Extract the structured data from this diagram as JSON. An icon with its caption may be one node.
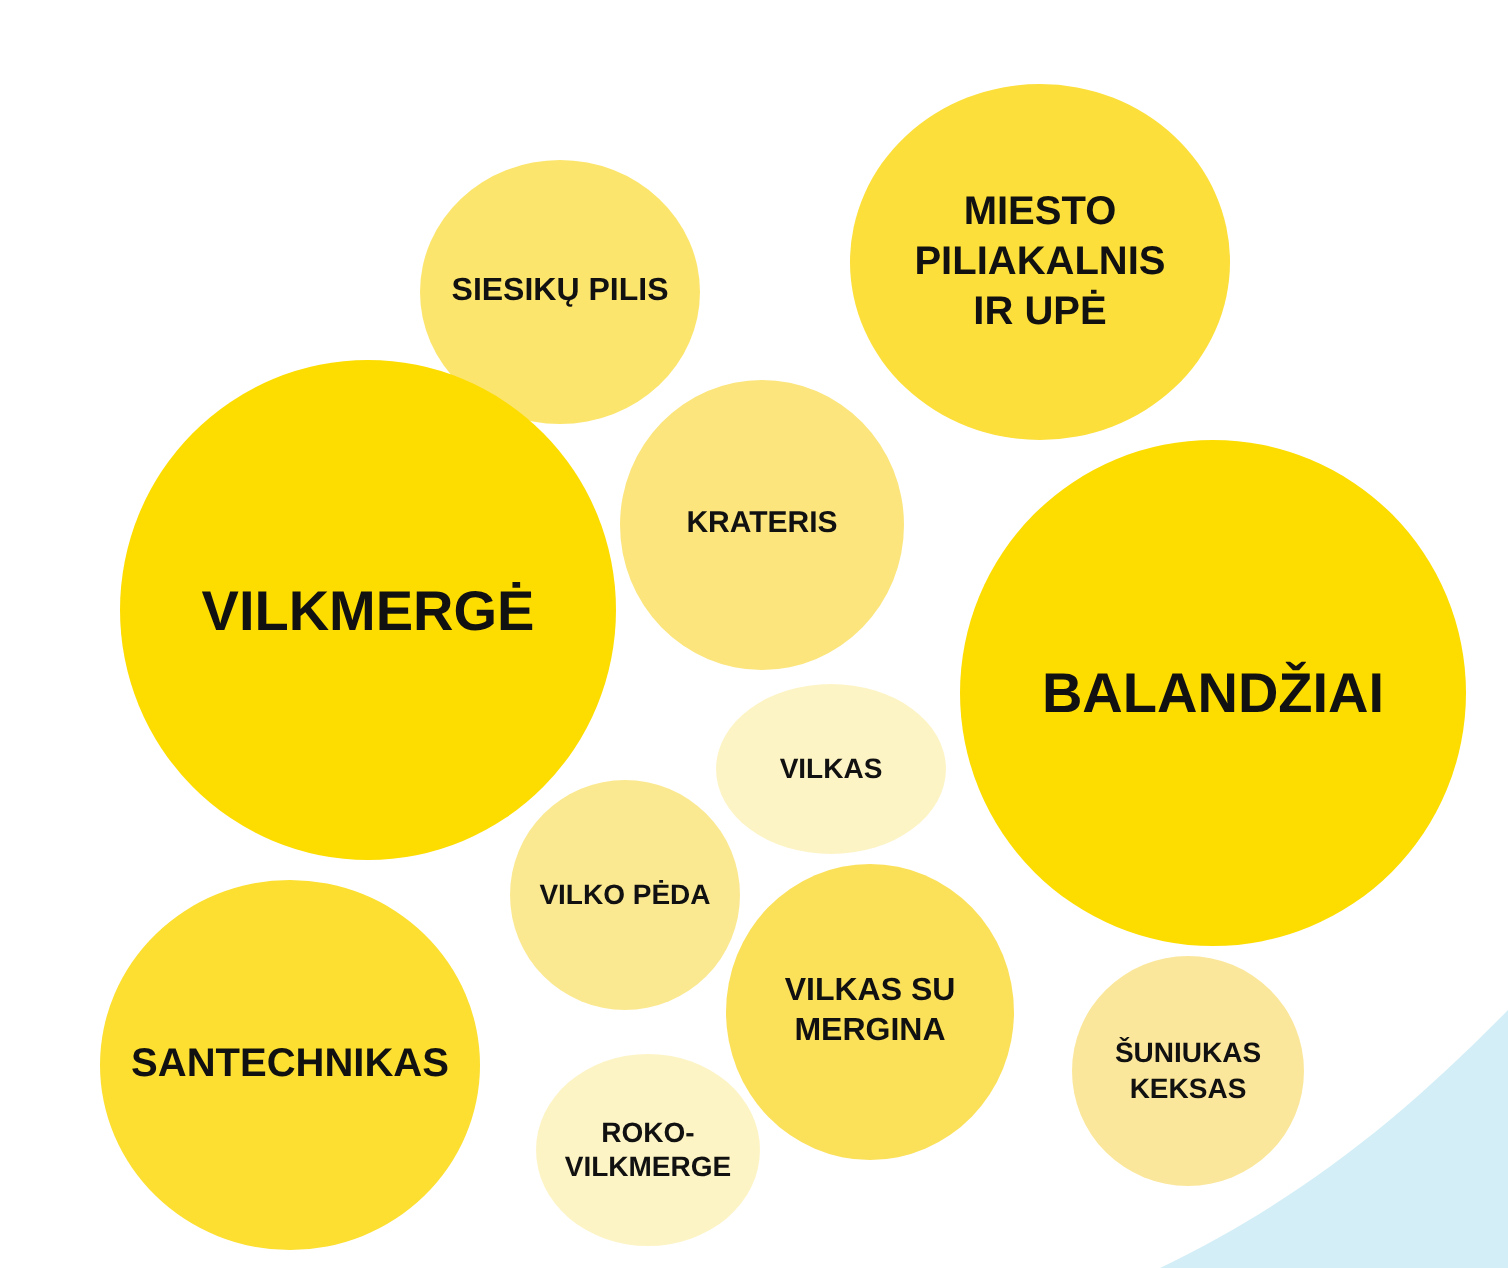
{
  "diagram": {
    "nodes": [
      {
        "text": [
          "SIESIKŲ PILIS"
        ]
      },
      {
        "text": [
          "MIESTO PILIAKALNIS IR UPĖ"
        ]
      },
      {
        "text": [
          "VILKMERGĖ"
        ]
      },
      {
        "text": [
          "KRATERIS"
        ]
      },
      {
        "text": [
          "BALANDŽIAI"
        ]
      },
      {
        "text": [
          "VILKAS"
        ]
      },
      {
        "text": [
          "VILKO PĖDA"
        ]
      },
      {
        "text": [
          "SANTECHNIKAS"
        ]
      },
      {
        "text": [
          "VILKAS SU MERGINA"
        ]
      },
      {
        "text": [
          "ŠUNIUKAS KEKSAS"
        ]
      },
      {
        "text": [
          "ROKO- VILKMERGE"
        ]
      }
    ]
  }
}
